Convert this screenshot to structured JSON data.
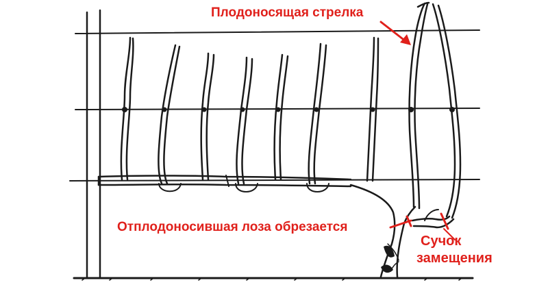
{
  "diagram": {
    "labels": {
      "fruiting_cane": "Плодоносящая стрелка",
      "pruned_vine": "Отплодоносившая лоза обрезается",
      "renewal_spur_line1": "Сучок",
      "renewal_spur_line2": "замещения"
    },
    "colors": {
      "ink": "#1a1a1a",
      "annotation": "#e0201b",
      "background": "#ffffff"
    }
  }
}
